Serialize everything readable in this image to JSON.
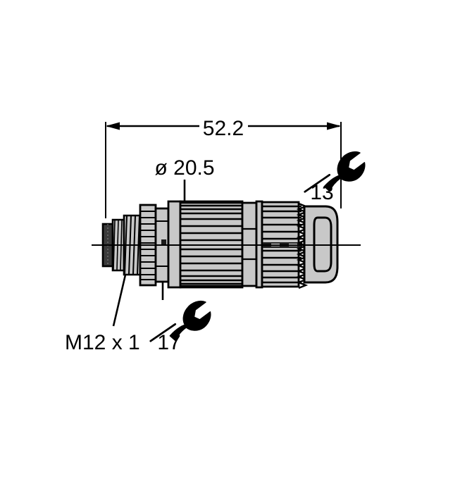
{
  "drawing": {
    "title": "M12 x 1 field-wireable connector outline drawing",
    "background_color": "#ffffff",
    "line_color": "#000000",
    "body_fill": "#c8c8c8",
    "body_fill_light": "#d2d2d2",
    "body_fill_dark": "#1a1a1a",
    "dimensions": {
      "overall_length": {
        "label": "52.2",
        "name": "overall-length-dimension",
        "unit_implied": "mm"
      },
      "diameter": {
        "label": "ø 20.5",
        "name": "diameter-dimension",
        "unit_implied": "mm"
      }
    },
    "annotations": {
      "thread": {
        "label": "M12 x 1",
        "name": "thread-callout"
      },
      "wrench_front": {
        "label": "17",
        "icon": "wrench-icon",
        "name": "wrench-size-17"
      },
      "wrench_rear": {
        "label": "13",
        "icon": "wrench-icon",
        "name": "wrench-size-13"
      }
    }
  }
}
